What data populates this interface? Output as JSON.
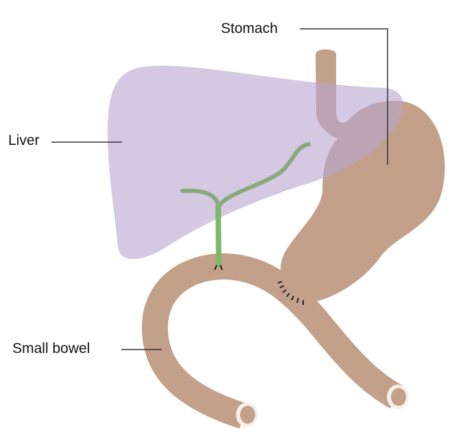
{
  "labels": {
    "stomach": "Stomach",
    "liver": "Liver",
    "small_bowel": "Small bowel"
  },
  "colors": {
    "liver": "#cbbddc",
    "stomach": "#c3a08a",
    "bile_duct": "#8aa87c",
    "bile_duct_lower": "#7cb868",
    "bowel_rim": "#f5efe6",
    "leader_line": "#333333"
  }
}
